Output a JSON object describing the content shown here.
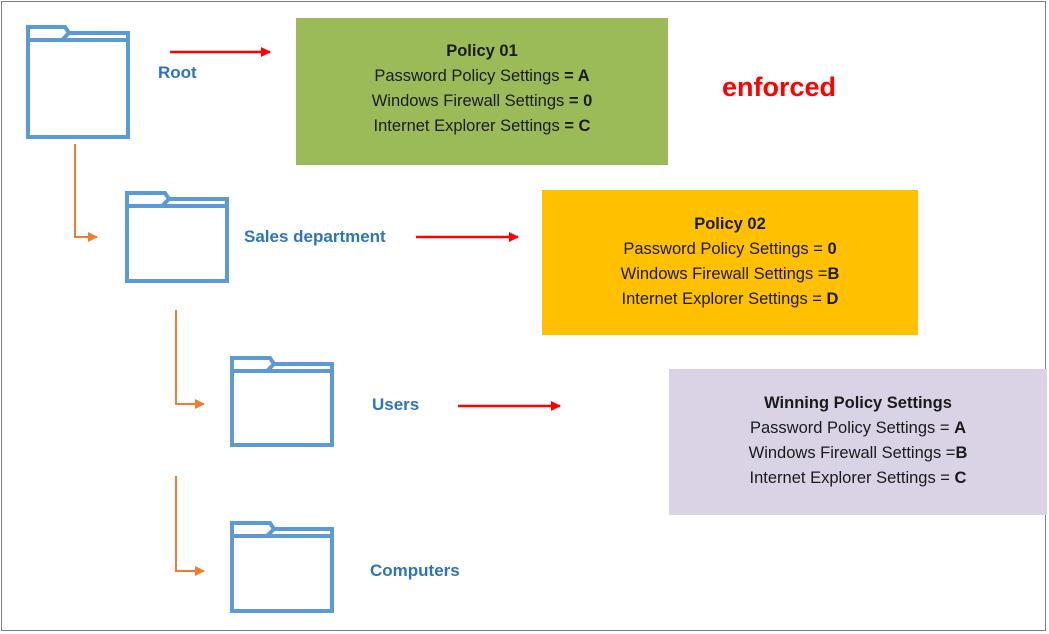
{
  "colors": {
    "folder": "#5b9bd5",
    "label": "#2e75b6",
    "red_arrow": "#ff0000",
    "orange_arrow": "#ed7d31",
    "policy01_bg": "#9bbb59",
    "policy02_bg": "#ffc000",
    "winning_bg": "#d9d3e5",
    "enforced": "#ff0000"
  },
  "nodes": {
    "root": "Root",
    "sales": "Sales department",
    "users": "Users",
    "computers": "Computers"
  },
  "enforced_label": "enforced",
  "policy01": {
    "title": "Policy 01",
    "lines": [
      {
        "label": "Password Policy Settings ",
        "value": "= A"
      },
      {
        "label": "Windows Firewall Settings ",
        "value": "= 0"
      },
      {
        "label": "Internet Explorer Settings ",
        "value": "= C"
      }
    ]
  },
  "policy02": {
    "title": "Policy 02",
    "lines": [
      {
        "label": "Password Policy Settings = ",
        "value": "0"
      },
      {
        "label": "Windows Firewall Settings =",
        "value": "B"
      },
      {
        "label": "Internet Explorer Settings = ",
        "value": "D"
      }
    ]
  },
  "winning": {
    "title": "Winning Policy Settings",
    "lines": [
      {
        "label": "Password Policy Settings = ",
        "value": "A"
      },
      {
        "label": "Windows Firewall Settings =",
        "value": "B"
      },
      {
        "label": "Internet Explorer Settings = ",
        "value": "C"
      }
    ]
  }
}
